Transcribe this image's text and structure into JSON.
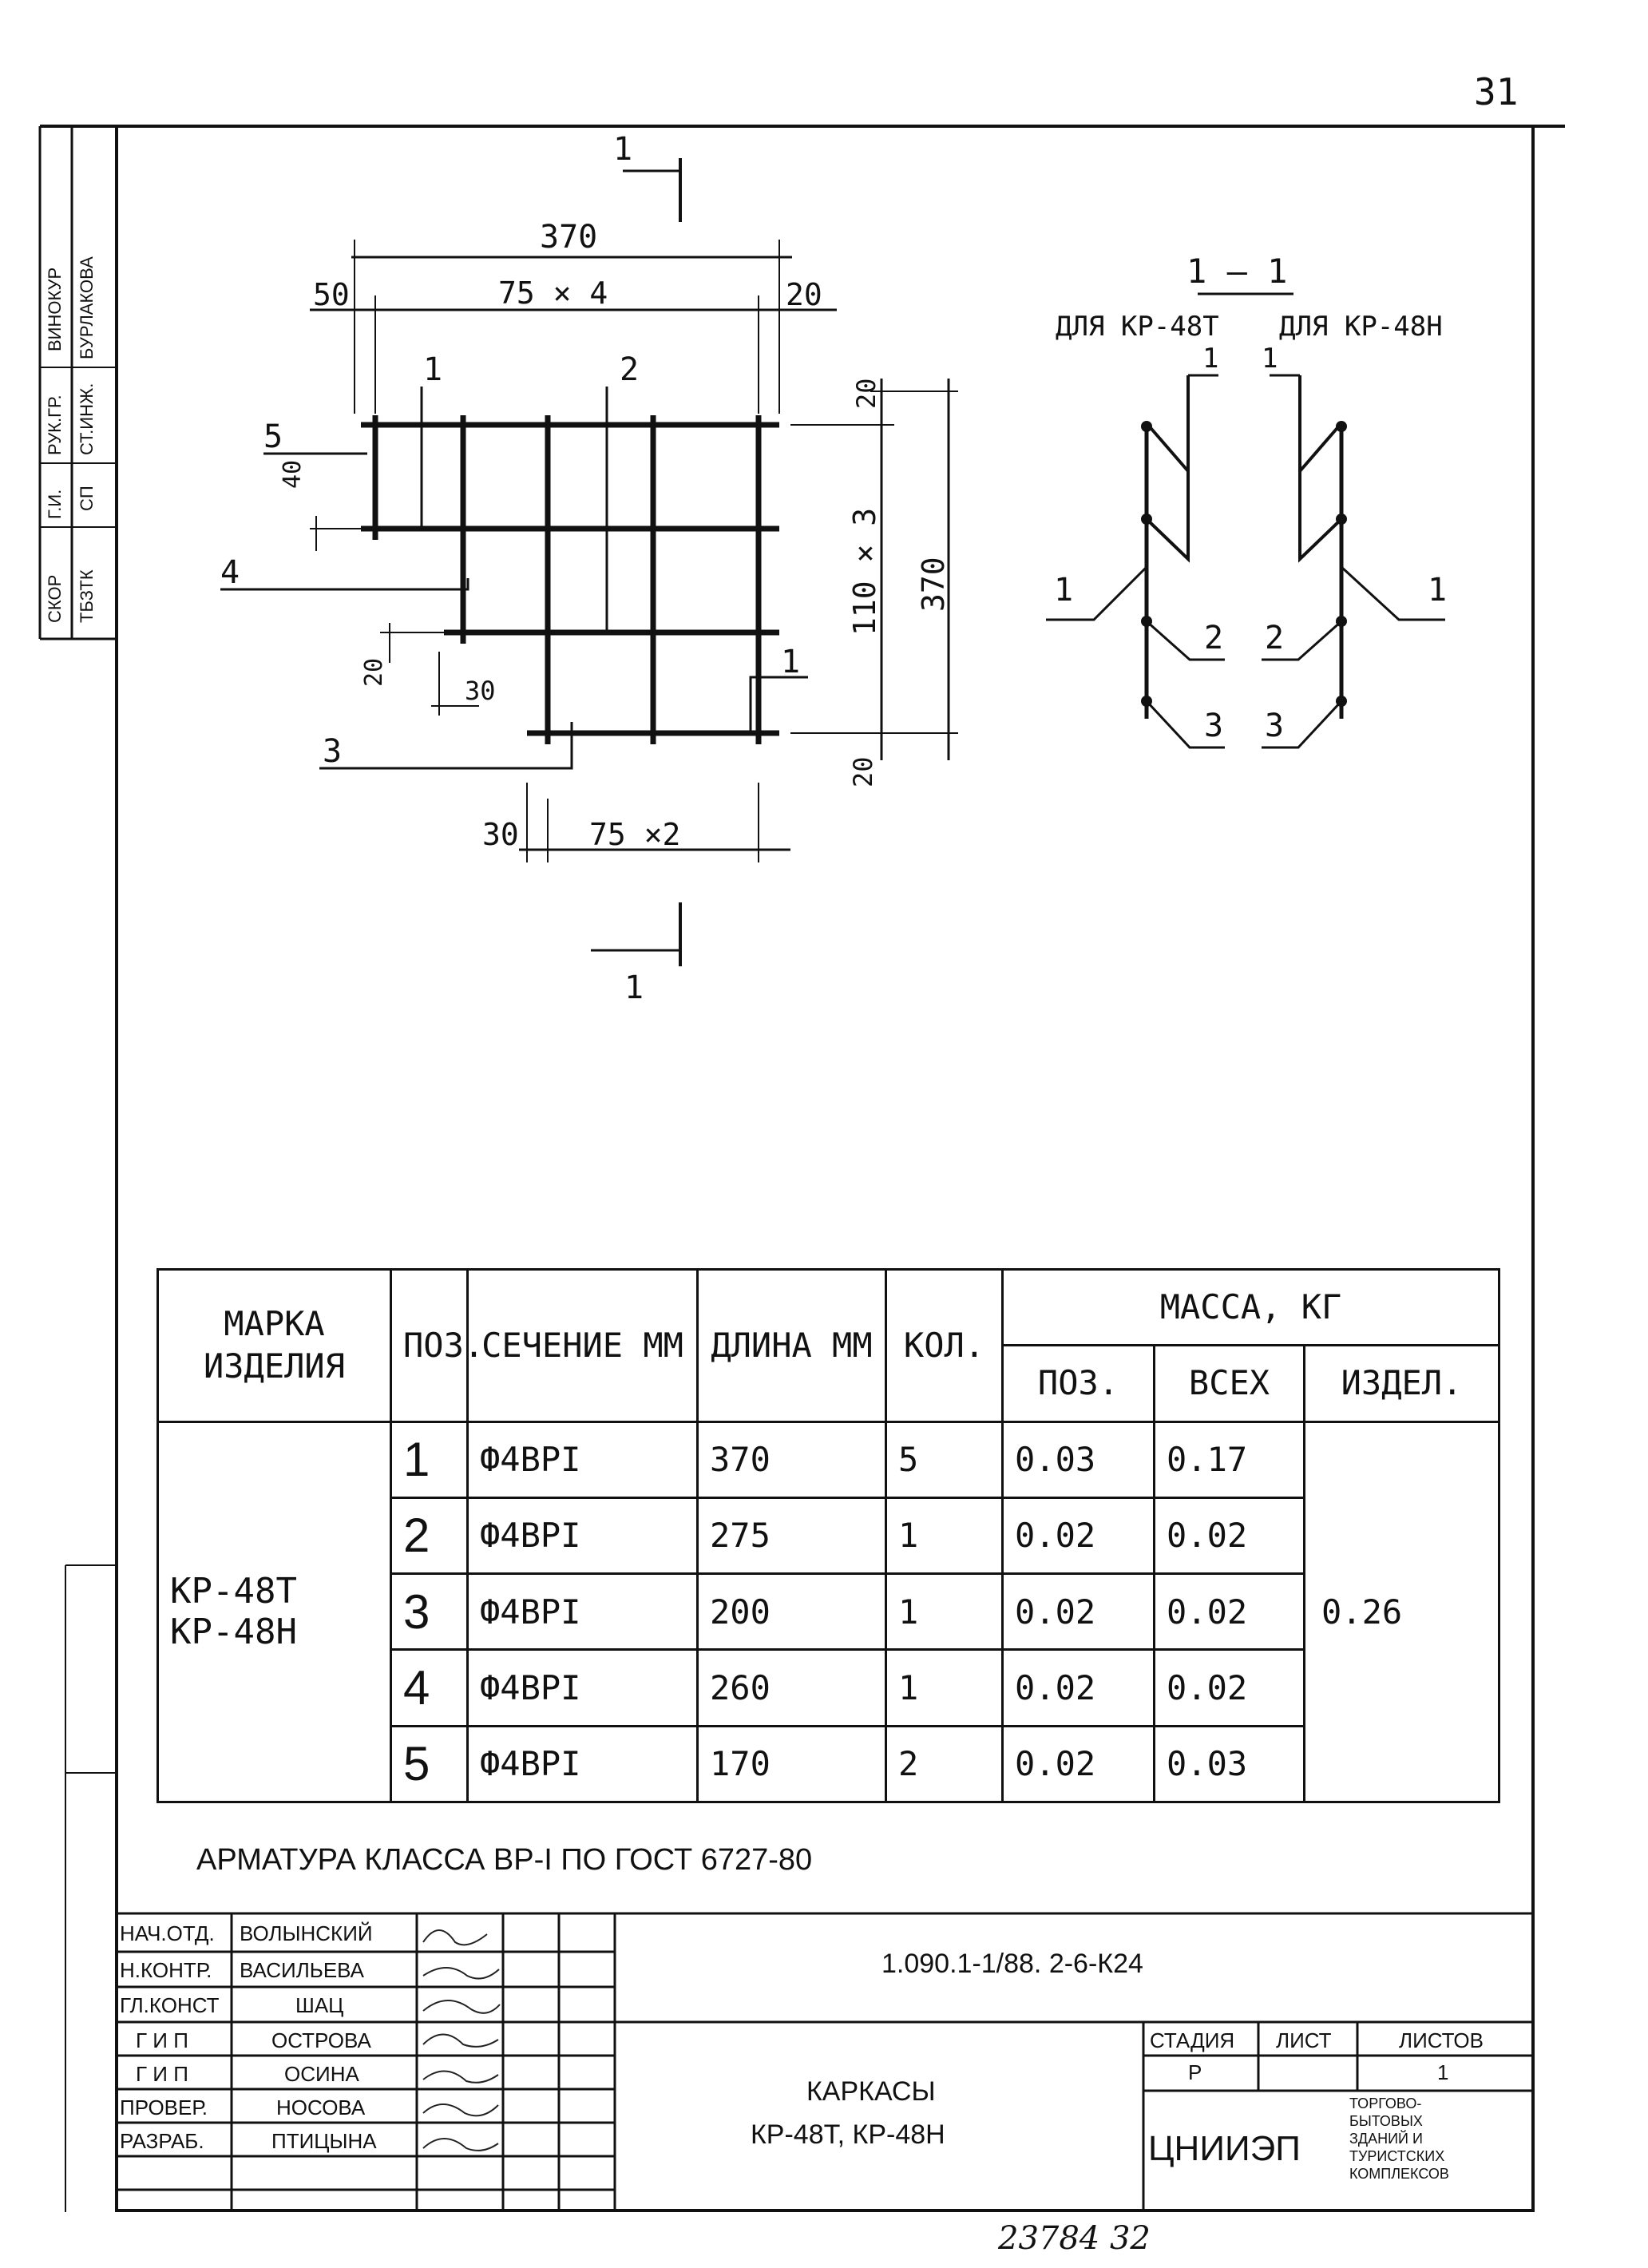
{
  "sheet_number": "31",
  "side_stamp": {
    "texts": [
      "ВИНОКУР",
      "БУРЛАКОВА",
      "РУК.ГР.",
      "СТ.ИНЖ.",
      "Г.И.",
      "СП",
      "СКОР",
      "ТБЗТК"
    ]
  },
  "drawing": {
    "plan": {
      "section_mark": "1",
      "dim_overall": "370",
      "dim_left": "50",
      "dim_spacing": "75 × 4",
      "dim_right": "20",
      "dim_lower_left": "30",
      "dim_lower_spacing": "75 ×2",
      "dim_top_gap": "20",
      "dim_rows": "110 × 3",
      "dim_height": "370",
      "dim_bottom_gap": "20",
      "dim_40": "40",
      "dim_20_left": "20",
      "dim_30": "30",
      "pos_labels": [
        "1",
        "2",
        "3",
        "4",
        "5"
      ]
    },
    "section": {
      "title": "1 — 1",
      "caption_left": "ДЛЯ КР-48Т",
      "caption_right": "ДЛЯ КР-48Н",
      "labels": [
        "1",
        "1",
        "1",
        "1",
        "2",
        "2",
        "3",
        "3"
      ]
    }
  },
  "table": {
    "headers": {
      "mark": "МАРКА ИЗДЕЛИЯ",
      "pos": "ПОЗ.",
      "section": "СЕЧЕНИЕ ММ",
      "length": "ДЛИНА ММ",
      "qty": "КОЛ.",
      "mass": "МАССА, КГ",
      "mass_pos": "ПОЗ.",
      "mass_all": "ВСЕХ",
      "mass_item": "ИЗДЕЛ."
    },
    "mark_line1": "КР-48Т",
    "mark_line2": "КР-48Н",
    "item_mass": "0.26",
    "rows": [
      {
        "pos": "1",
        "section": "Ф4ВРI",
        "length": "370",
        "qty": "5",
        "mass_pos": "0.03",
        "mass_all": "0.17"
      },
      {
        "pos": "2",
        "section": "Ф4ВРI",
        "length": "275",
        "qty": "1",
        "mass_pos": "0.02",
        "mass_all": "0.02"
      },
      {
        "pos": "3",
        "section": "Ф4ВРI",
        "length": "200",
        "qty": "1",
        "mass_pos": "0.02",
        "mass_all": "0.02"
      },
      {
        "pos": "4",
        "section": "Ф4ВРI",
        "length": "260",
        "qty": "1",
        "mass_pos": "0.02",
        "mass_all": "0.02"
      },
      {
        "pos": "5",
        "section": "Ф4ВРI",
        "length": "170",
        "qty": "2",
        "mass_pos": "0.02",
        "mass_all": "0.03"
      }
    ]
  },
  "note": "АРМАТУРА КЛАССА ВР-I ПО ГОСТ 6727-80",
  "title_block": {
    "code": "1.090.1-1/88. 2-6-К24",
    "roles": [
      {
        "role": "НАЧ.ОТД.",
        "name": "ВОЛЫНСКИЙ"
      },
      {
        "role": "Н.КОНТР.",
        "name": "ВАСИЛЬЕВА"
      },
      {
        "role": "ГЛ.КОНСТ",
        "name": "ШАЦ"
      },
      {
        "role": "Г И П",
        "name": "ОСТРОВА"
      },
      {
        "role": "Г И П",
        "name": "ОСИНА"
      },
      {
        "role": "ПРОВЕР.",
        "name": "НОСОВА"
      },
      {
        "role": "РАЗРАБ.",
        "name": "ПТИЦЫНА"
      }
    ],
    "title_line1": "КАРКАСЫ",
    "title_line2": "КР-48Т, КР-48Н",
    "stage_label": "СТАДИЯ",
    "sheet_label": "ЛИСТ",
    "sheets_label": "ЛИСТОВ",
    "stage": "Р",
    "sheets": "1",
    "org": "ЦНИИЭП",
    "org_desc": [
      "ТОРГОВО-",
      "БЫТОВЫХ",
      "ЗДАНИЙ И",
      "ТУРИСТСКИХ",
      "КОМПЛЕКСОВ"
    ]
  },
  "footer_number": "23784 32"
}
